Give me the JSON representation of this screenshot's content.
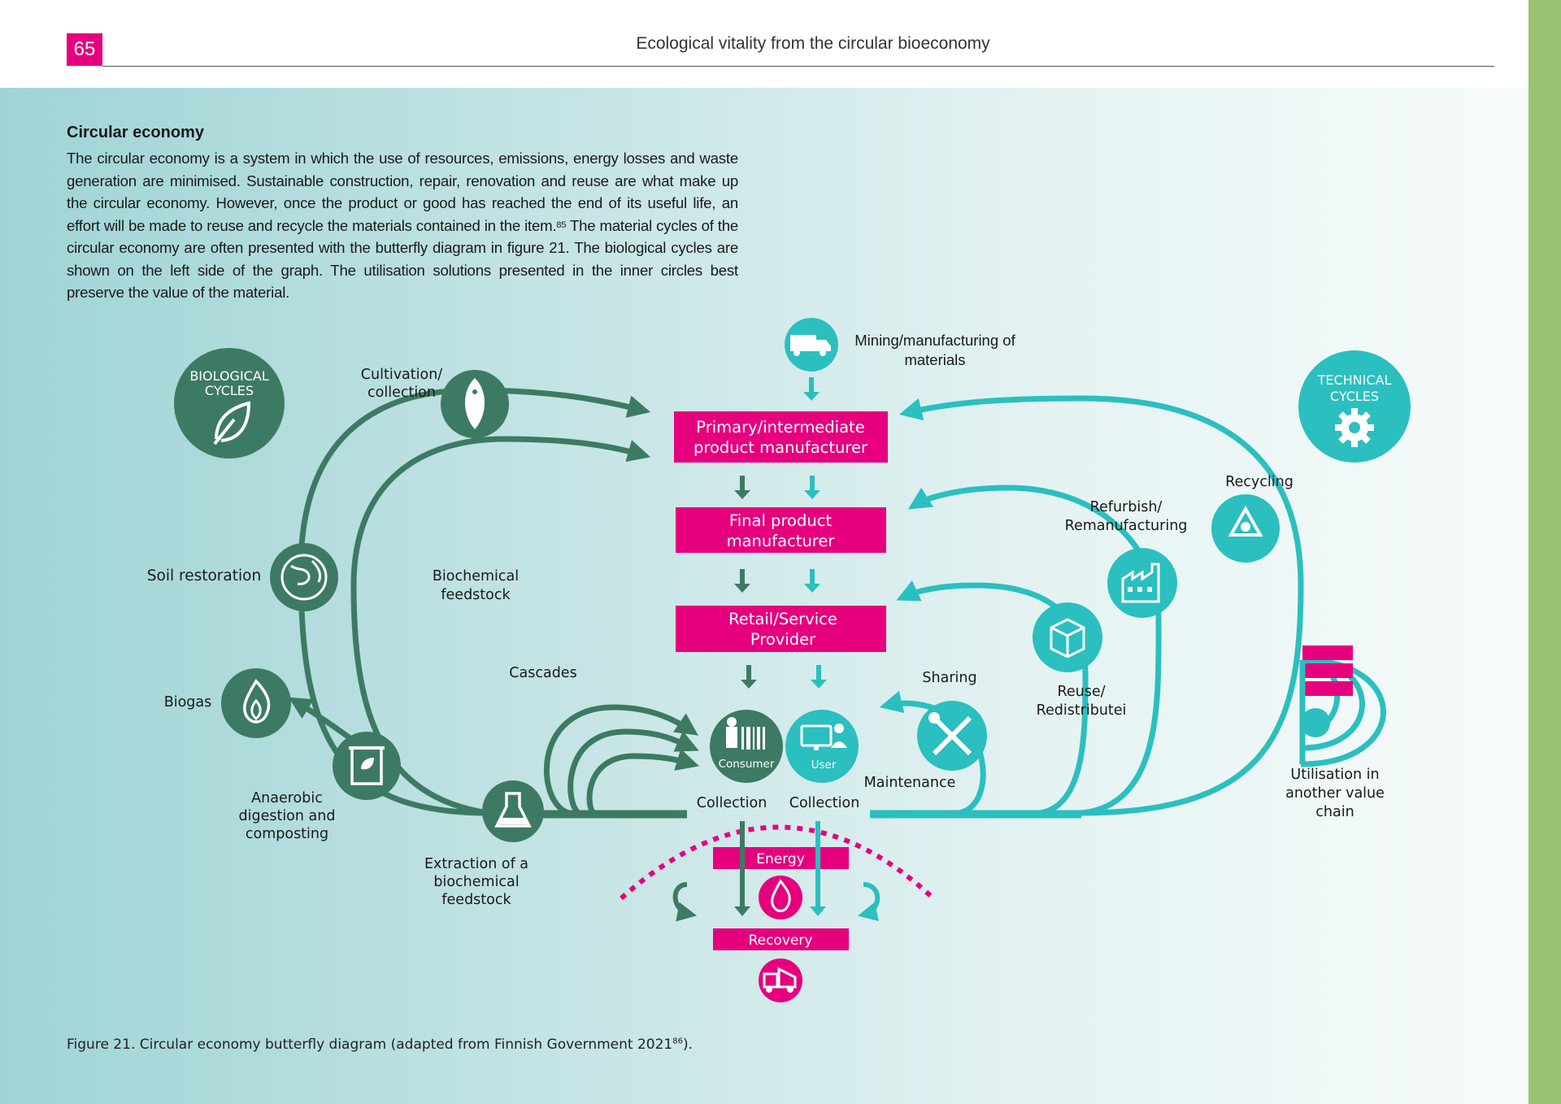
{
  "header": {
    "page_number": "65",
    "running_title": "Ecological vitality from the circular bioeconomy"
  },
  "intro": {
    "heading": "Circular economy",
    "body_main": "The circular economy is a system in which the use of resources, emissions, energy losses and waste generation are minimised. Sustainable construction, repair, renovation and reuse are what make up the circular economy. However, once the product or good has reached the end of its useful life, an effort will be made to reuse and recycle the materials contained in the item.",
    "body_footnote": "85",
    "body_rest": "The material cycles of the circular economy are often presented with the butterfly diagram in figure 21. The biological cycles are shown on the left side of the graph. The utilisation solutions presented in the inner circles best preserve the value of the material."
  },
  "colors": {
    "biological": "#3d7a63",
    "technical": "#2bbfbf",
    "accent": "#e6007e",
    "sidebar": "#9ac472"
  },
  "diagram": {
    "biological_badge": [
      "BIOLOGICAL",
      "CYCLES"
    ],
    "technical_badge": [
      "TECHNICAL",
      "CYCLES"
    ],
    "mining": [
      "Mining/manufacturing of",
      "materials"
    ],
    "box_primary": [
      "Primary/intermediate",
      "product manufacturer"
    ],
    "box_final": [
      "Final product",
      "manufacturer"
    ],
    "box_retail": [
      "Retail/Service",
      "Provider"
    ],
    "consumer": "Consumer",
    "user": "User",
    "collection_left": "Collection",
    "collection_right": "Collection",
    "energy": "Energy",
    "recovery": "Recovery",
    "cultivation": [
      "Cultivation/",
      "collection"
    ],
    "soil_restoration": "Soil restoration",
    "biochemical_feedstock": [
      "Biochemical",
      "feedstock"
    ],
    "biogas": "Biogas",
    "anaerobic": [
      "Anaerobic",
      "digestion and",
      "composting"
    ],
    "extraction": [
      "Extraction of a",
      "biochemical",
      "feedstock"
    ],
    "cascades": "Cascades",
    "recycling": "Recycling",
    "refurbish": [
      "Refurbish/",
      "Remanufacturing"
    ],
    "reuse": [
      "Reuse/",
      "Redistributei"
    ],
    "sharing": "Sharing",
    "maintenance": "Maintenance",
    "utilisation": [
      "Utilisation in",
      "another value",
      "chain"
    ]
  },
  "caption": {
    "text": "Figure 21. Circular economy butterfly diagram (adapted from Finnish Government 2021",
    "footnote": "86",
    "tail": ")."
  },
  "icons": [
    "leaf-icon",
    "gear-icon",
    "truck-icon",
    "fish-icon",
    "globe-icon",
    "flame-icon",
    "bin-icon",
    "flask-icon",
    "recycle-icon",
    "factory-icon",
    "box-icon",
    "wrench-screwdriver-icon",
    "consumer-icon",
    "user-computer-icon",
    "dump-truck-icon"
  ]
}
